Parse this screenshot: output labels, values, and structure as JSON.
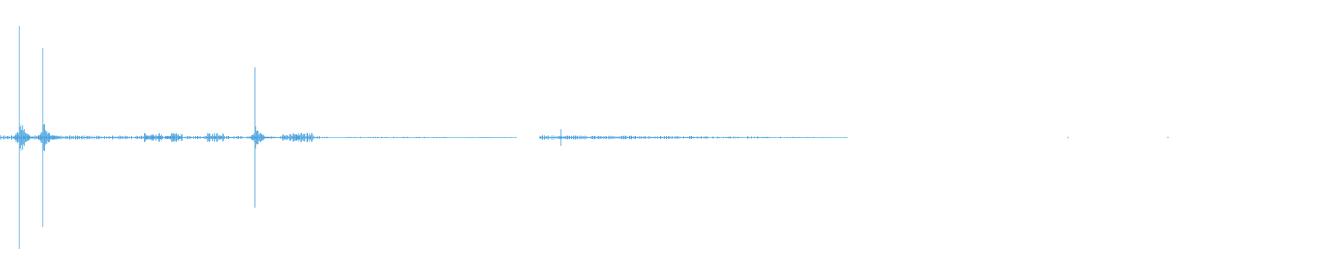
{
  "waveform": {
    "color": "#4aa3df",
    "background": "#ffffff",
    "peaks": [
      {
        "time_s": 0.28,
        "amplitude": 0.81
      },
      {
        "time_s": 0.62,
        "amplitude": 0.65
      },
      {
        "time_s": 3.7,
        "amplitude": 0.51
      },
      {
        "time_s": 8.14,
        "amplitude": 0.06
      }
    ],
    "active_segments_s": [
      [
        0.0,
        7.5
      ],
      [
        7.83,
        12.3
      ]
    ],
    "isolated_blips_s": [
      15.5,
      16.95
    ],
    "duration_s": 19.2
  }
}
